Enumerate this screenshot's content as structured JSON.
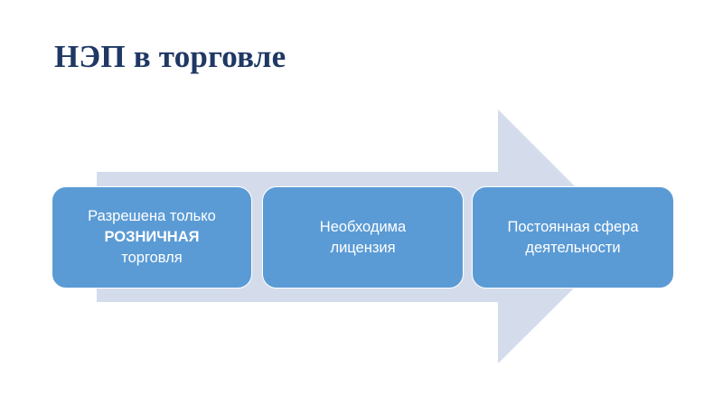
{
  "slide": {
    "title": "НЭП в торговле",
    "title_color": "#1F3864",
    "background_color": "#FFFFFF"
  },
  "diagram": {
    "type": "process-arrow",
    "arrow": {
      "name": "right-arrow-shape",
      "fill_color": "#D4DCEC",
      "direction": "right"
    },
    "box_fill_color": "#5B9BD5",
    "box_text_color": "#FFFFFF",
    "boxes": [
      {
        "id": "box-1",
        "lines": [
          {
            "text": "Разрешена только",
            "bold": false
          },
          {
            "text": "РОЗНИЧНАЯ",
            "bold": true
          },
          {
            "text": "торговля",
            "bold": false
          }
        ]
      },
      {
        "id": "box-2",
        "lines": [
          {
            "text": "Необходима",
            "bold": false
          },
          {
            "text": "лицензия",
            "bold": false
          }
        ]
      },
      {
        "id": "box-3",
        "lines": [
          {
            "text": "Постоянная сфера",
            "bold": false
          },
          {
            "text": "деятельности",
            "bold": false
          }
        ]
      }
    ]
  }
}
